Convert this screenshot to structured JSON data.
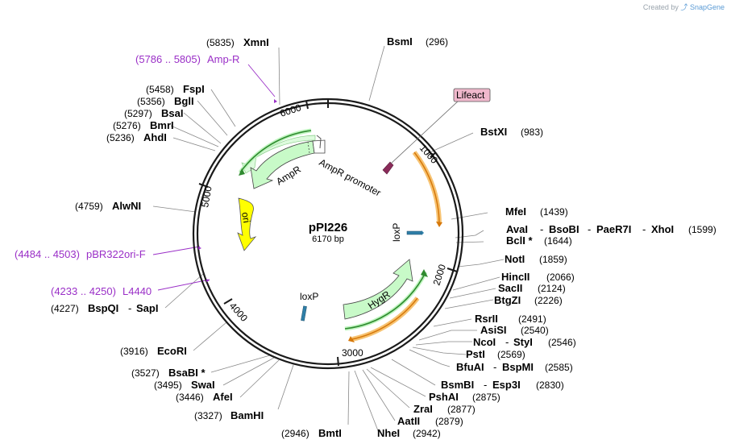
{
  "credit": {
    "prefix": "Created by",
    "brand": "SnapGene"
  },
  "plasmid": {
    "name": "pPI226",
    "size_label": "6170 bp"
  },
  "ticks": [
    "1000",
    "2000",
    "3000",
    "4000",
    "5000",
    "6000"
  ],
  "features": {
    "ampr": "AmpR",
    "ampr_promoter": "AmpR promoter",
    "ori": "ori",
    "hygr": "HygR",
    "loxp1": "loxP",
    "loxp2": "loxP",
    "lifeact": "Lifeact"
  },
  "enzymes": {
    "bsmi": {
      "name": "BsmI",
      "pos": "(296)"
    },
    "bstxi": {
      "name": "BstXI",
      "pos": "(983)"
    },
    "mfei": {
      "name": "MfeI",
      "pos": "(1439)"
    },
    "avai": {
      "names": [
        "AvaI",
        "BsoBI",
        "PaeR7I",
        "XhoI"
      ],
      "pos": "(1599)"
    },
    "bcli": {
      "name": "BclI *",
      "pos": "(1644)"
    },
    "noti": {
      "name": "NotI",
      "pos": "(1859)"
    },
    "hincii": {
      "name": "HincII",
      "pos": "(2066)"
    },
    "sacii": {
      "name": "SacII",
      "pos": "(2124)"
    },
    "btgzi": {
      "name": "BtgZI",
      "pos": "(2226)"
    },
    "rsrii": {
      "name": "RsrII",
      "pos": "(2491)"
    },
    "asisi": {
      "name": "AsiSI",
      "pos": "(2540)"
    },
    "ncoi": {
      "names": [
        "NcoI",
        "StyI"
      ],
      "pos": "(2546)"
    },
    "psti": {
      "name": "PstI",
      "pos": "(2569)"
    },
    "bfuai": {
      "names": [
        "BfuAI",
        "BspMI"
      ],
      "pos": "(2585)"
    },
    "bsmbi": {
      "names": [
        "BsmBI",
        "Esp3I"
      ],
      "pos": "(2830)"
    },
    "pshai": {
      "name": "PshAI",
      "pos": "(2875)"
    },
    "zrai": {
      "name": "ZraI",
      "pos": "(2877)"
    },
    "aatii": {
      "name": "AatII",
      "pos": "(2879)"
    },
    "neii": {
      "name": "NheI",
      "pos": "(2942)"
    },
    "bmti": {
      "name": "BmtI",
      "pos": "(2946)"
    },
    "bamhi": {
      "name": "BamHI",
      "pos": "(3327)"
    },
    "afei": {
      "name": "AfeI",
      "pos": "(3446)"
    },
    "swai": {
      "name": "SwaI",
      "pos": "(3495)"
    },
    "bsabi": {
      "name": "BsaBI *",
      "pos": "(3527)"
    },
    "ecori": {
      "name": "EcoRI",
      "pos": "(3916)"
    },
    "bspqi": {
      "names": [
        "BspQI",
        "SapI"
      ],
      "pos": "(4227)"
    },
    "alwni": {
      "name": "AlwNI",
      "pos": "(4759)"
    },
    "ahdi": {
      "name": "AhdI",
      "pos": "(5236)"
    },
    "bmri": {
      "name": "BmrI",
      "pos": "(5276)"
    },
    "bsai": {
      "name": "BsaI",
      "pos": "(5297)"
    },
    "bgli": {
      "name": "BglI",
      "pos": "(5356)"
    },
    "fspi": {
      "name": "FspI",
      "pos": "(5458)"
    },
    "xmni": {
      "name": "XmnI",
      "pos": "(5835)"
    }
  },
  "primers": {
    "ampr_primer": {
      "range": "(5786 .. 5805)",
      "name": "Amp-R"
    },
    "pbr_primer": {
      "range": "(4484 .. 4503)",
      "name": "pBR322ori-F"
    },
    "l4440": {
      "range": "(4233 .. 4250)",
      "name": "L4440"
    }
  },
  "colors": {
    "backbone": "#1a1a1a",
    "primer": "#9a2fc7",
    "ampr_fill": "#c8fac8",
    "ori_fill": "#ffff00",
    "lifeact_fill": "#f0b8cc",
    "promoter_fill": "#ffffff",
    "loxp_fill": "#2f7fa8"
  }
}
